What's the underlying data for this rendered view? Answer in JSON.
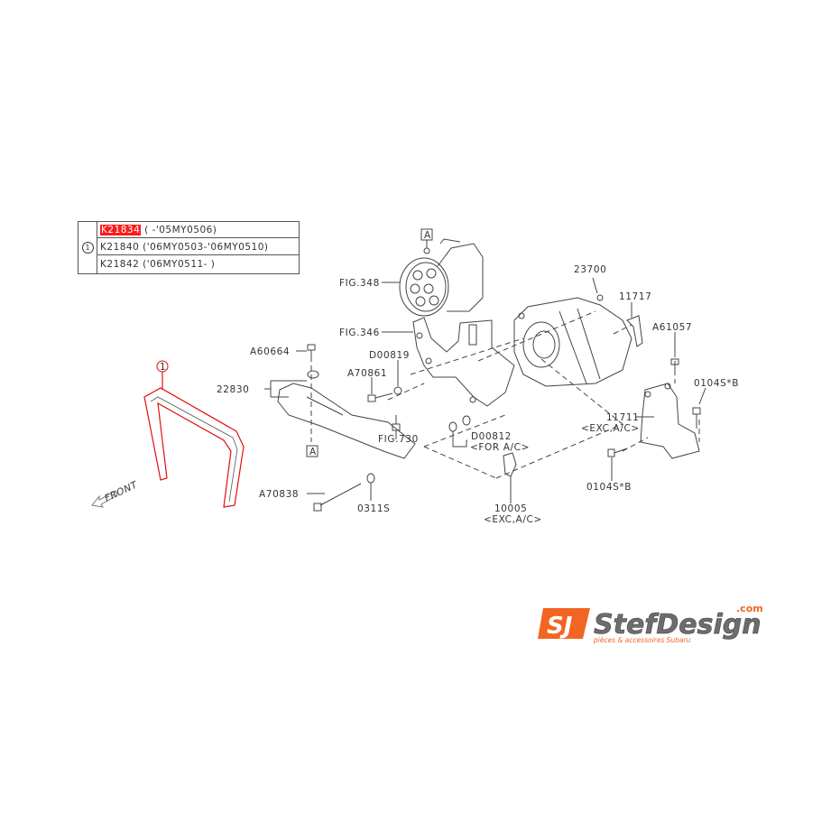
{
  "part_table": {
    "ref_number": "1",
    "rows": [
      {
        "part": "K21834",
        "range": "( -'05MY0506)",
        "highlighted": true
      },
      {
        "part": "K21840",
        "range": "('06MY0503-'06MY0510)",
        "highlighted": false
      },
      {
        "part": "K21842",
        "range": "('06MY0511-  )",
        "highlighted": false
      }
    ],
    "highlight_color": "#ff1a1a"
  },
  "callouts": {
    "fig348": "FIG.348",
    "fig346": "FIG.346",
    "fig730": "FIG.730",
    "ref_a_top": "A",
    "ref_a_bottom": "A",
    "belt_ref": "1",
    "p23700": "23700",
    "p11717": "11717",
    "pA61057": "A61057",
    "p0104SB_top": "0104S*B",
    "p11711": "11711",
    "p11711_note": "<EXC,A/C>",
    "p0104SB_bottom": "0104S*B",
    "pA60664": "A60664",
    "p22830": "22830",
    "pD00819": "D00819",
    "pA70861": "A70861",
    "pD00812": "D00812",
    "pD00812_note": "<FOR A/C>",
    "pA70838": "A70838",
    "p0311S": "0311S",
    "p10005": "10005",
    "p10005_note": "<EXC,A/C>",
    "front_label": "FRONT"
  },
  "colors": {
    "line": "#444444",
    "belt_highlight": "#e01010",
    "logo_orange": "#f26522",
    "logo_gray": "#6d6d6d"
  },
  "logo": {
    "mark": "SJ",
    "name": "StefDesign",
    "tld": ".com",
    "tagline": "pièces & accessoires Subaru"
  }
}
